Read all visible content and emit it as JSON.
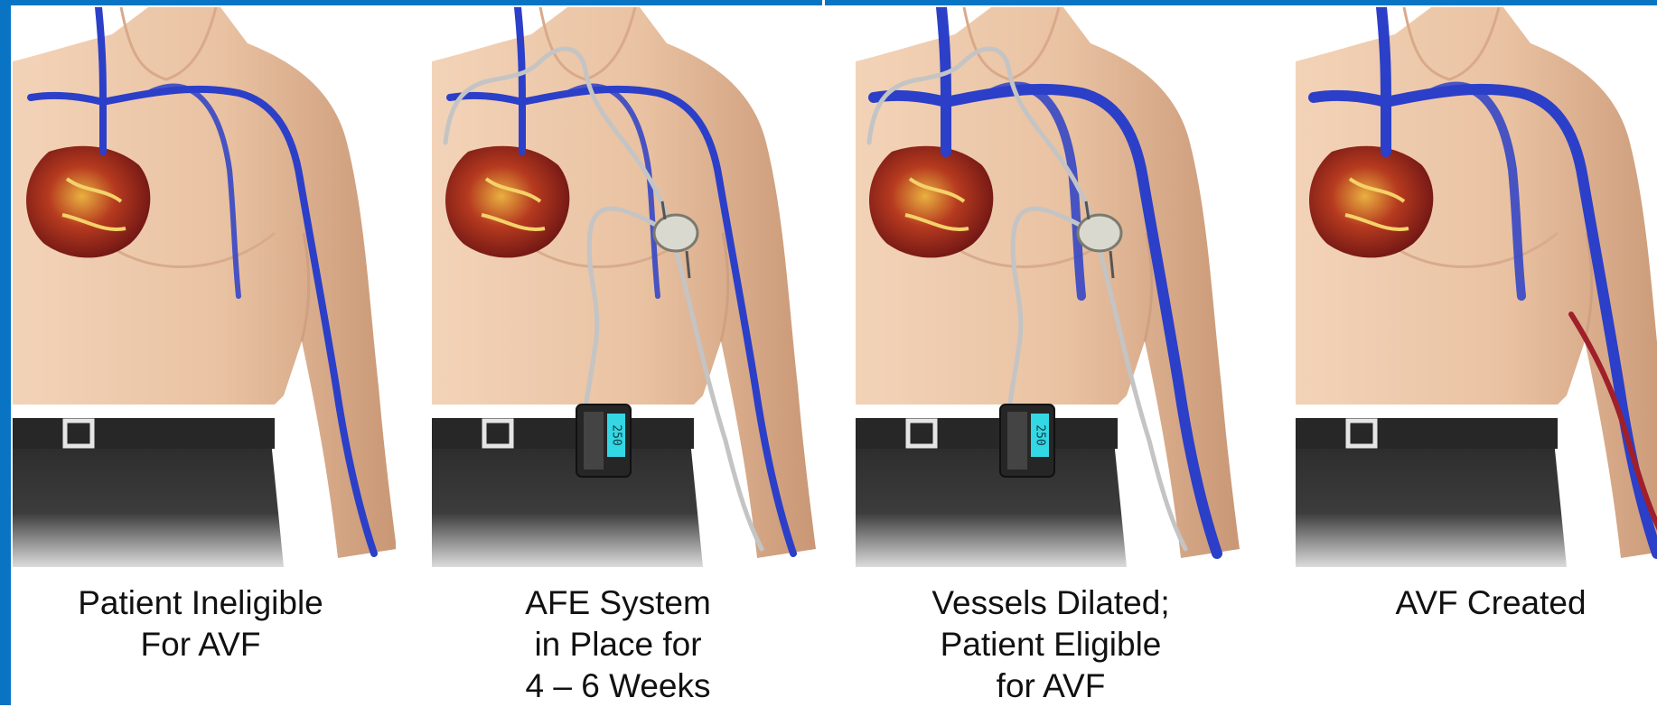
{
  "colors": {
    "frame": "#0a74c4",
    "skin": "#e9c2a2",
    "vein": "#2c3fc8",
    "fistula": "#a01f2a",
    "pants": "#3c3c3c",
    "belt": "#272727",
    "device": "#262626",
    "display": "#34d7e4",
    "tubing": "#c4c4c4"
  },
  "panels": [
    {
      "stage": "patient-ineligible",
      "caption": [
        "Patient Ineligible",
        "For AVF"
      ],
      "device": false,
      "tubing": false,
      "dilated": false,
      "fistula": false
    },
    {
      "stage": "afe-system-in-place",
      "caption": [
        "AFE System",
        "in Place for",
        "4 – 6 Weeks"
      ],
      "device": true,
      "tubing": true,
      "dilated": false,
      "fistula": false,
      "display_value": "250"
    },
    {
      "stage": "vessels-dilated",
      "caption": [
        "Vessels Dilated;",
        "Patient Eligible",
        "for AVF"
      ],
      "device": true,
      "tubing": true,
      "dilated": true,
      "fistula": false,
      "display_value": "250"
    },
    {
      "stage": "avf-created",
      "caption": [
        "AVF Created"
      ],
      "device": false,
      "tubing": false,
      "dilated": true,
      "fistula": true
    }
  ]
}
